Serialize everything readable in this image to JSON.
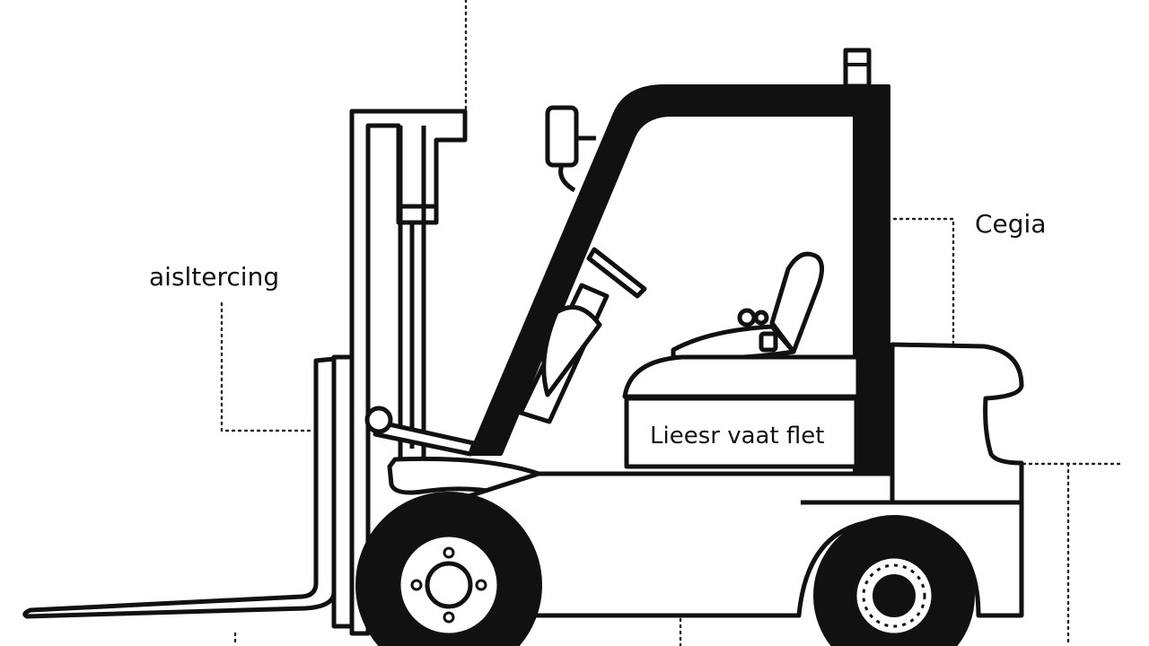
{
  "labels": {
    "left": "aisltercing",
    "right": "Cegia",
    "body_panel": "Lieesr vaat flet"
  },
  "colors": {
    "ink": "#111111",
    "background": "#ffffff"
  }
}
